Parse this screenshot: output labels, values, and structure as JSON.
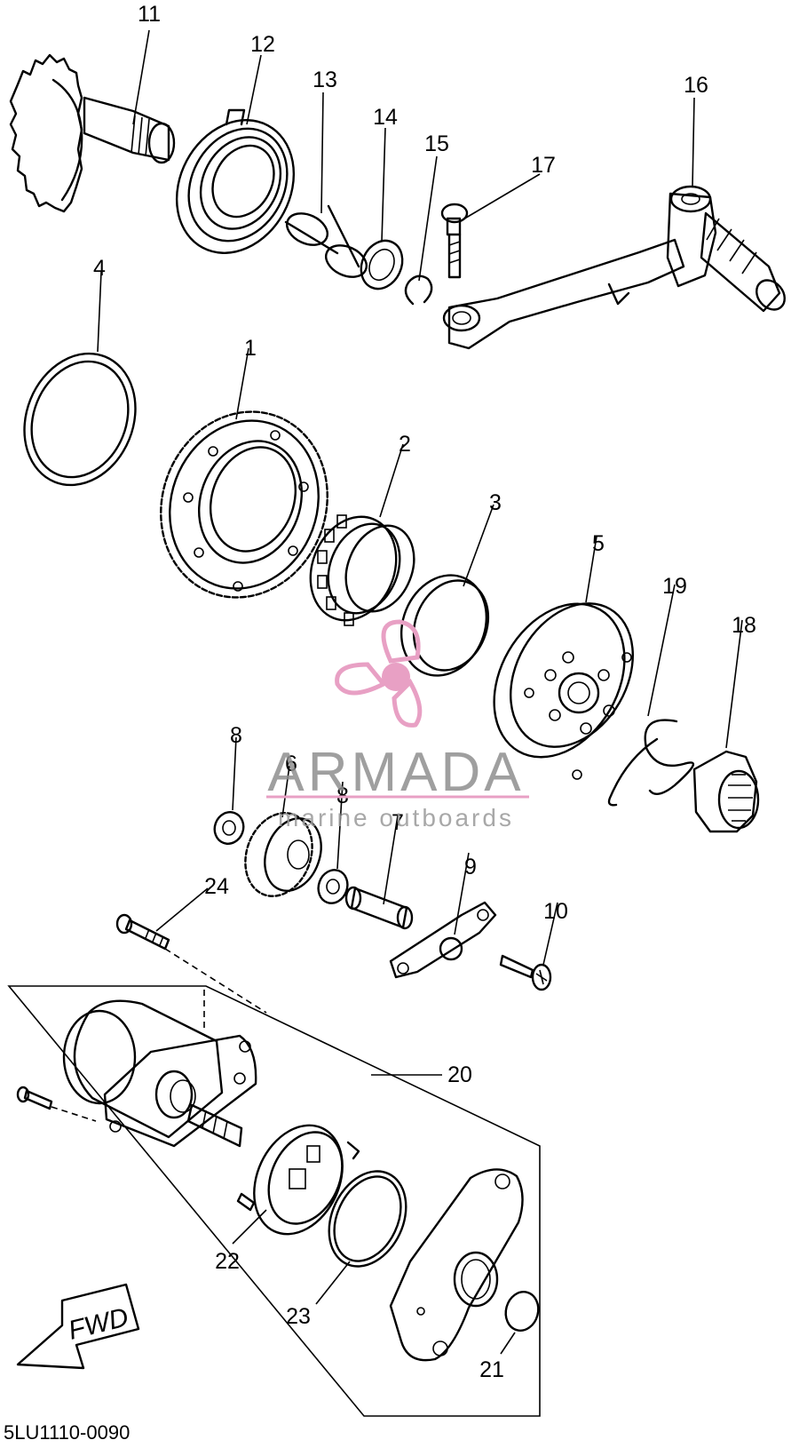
{
  "labels": {
    "p1": "1",
    "p2": "2",
    "p3": "3",
    "p4": "4",
    "p5": "5",
    "p6": "6",
    "p7": "7",
    "p8a": "8",
    "p8b": "8",
    "p9": "9",
    "p10": "10",
    "p11": "11",
    "p12": "12",
    "p13": "13",
    "p14": "14",
    "p15": "15",
    "p16": "16",
    "p17": "17",
    "p18": "18",
    "p19": "19",
    "p20": "20",
    "p21": "21",
    "p22": "22",
    "p23": "23",
    "p24": "24"
  },
  "fwd_label": "FWD",
  "diagram_code": "5LU1110-0090",
  "watermark": {
    "brand": "ARMADA",
    "tagline": "marine outboards",
    "logo_color": "#e8a0c4",
    "text_color": "#8f8f8f"
  }
}
